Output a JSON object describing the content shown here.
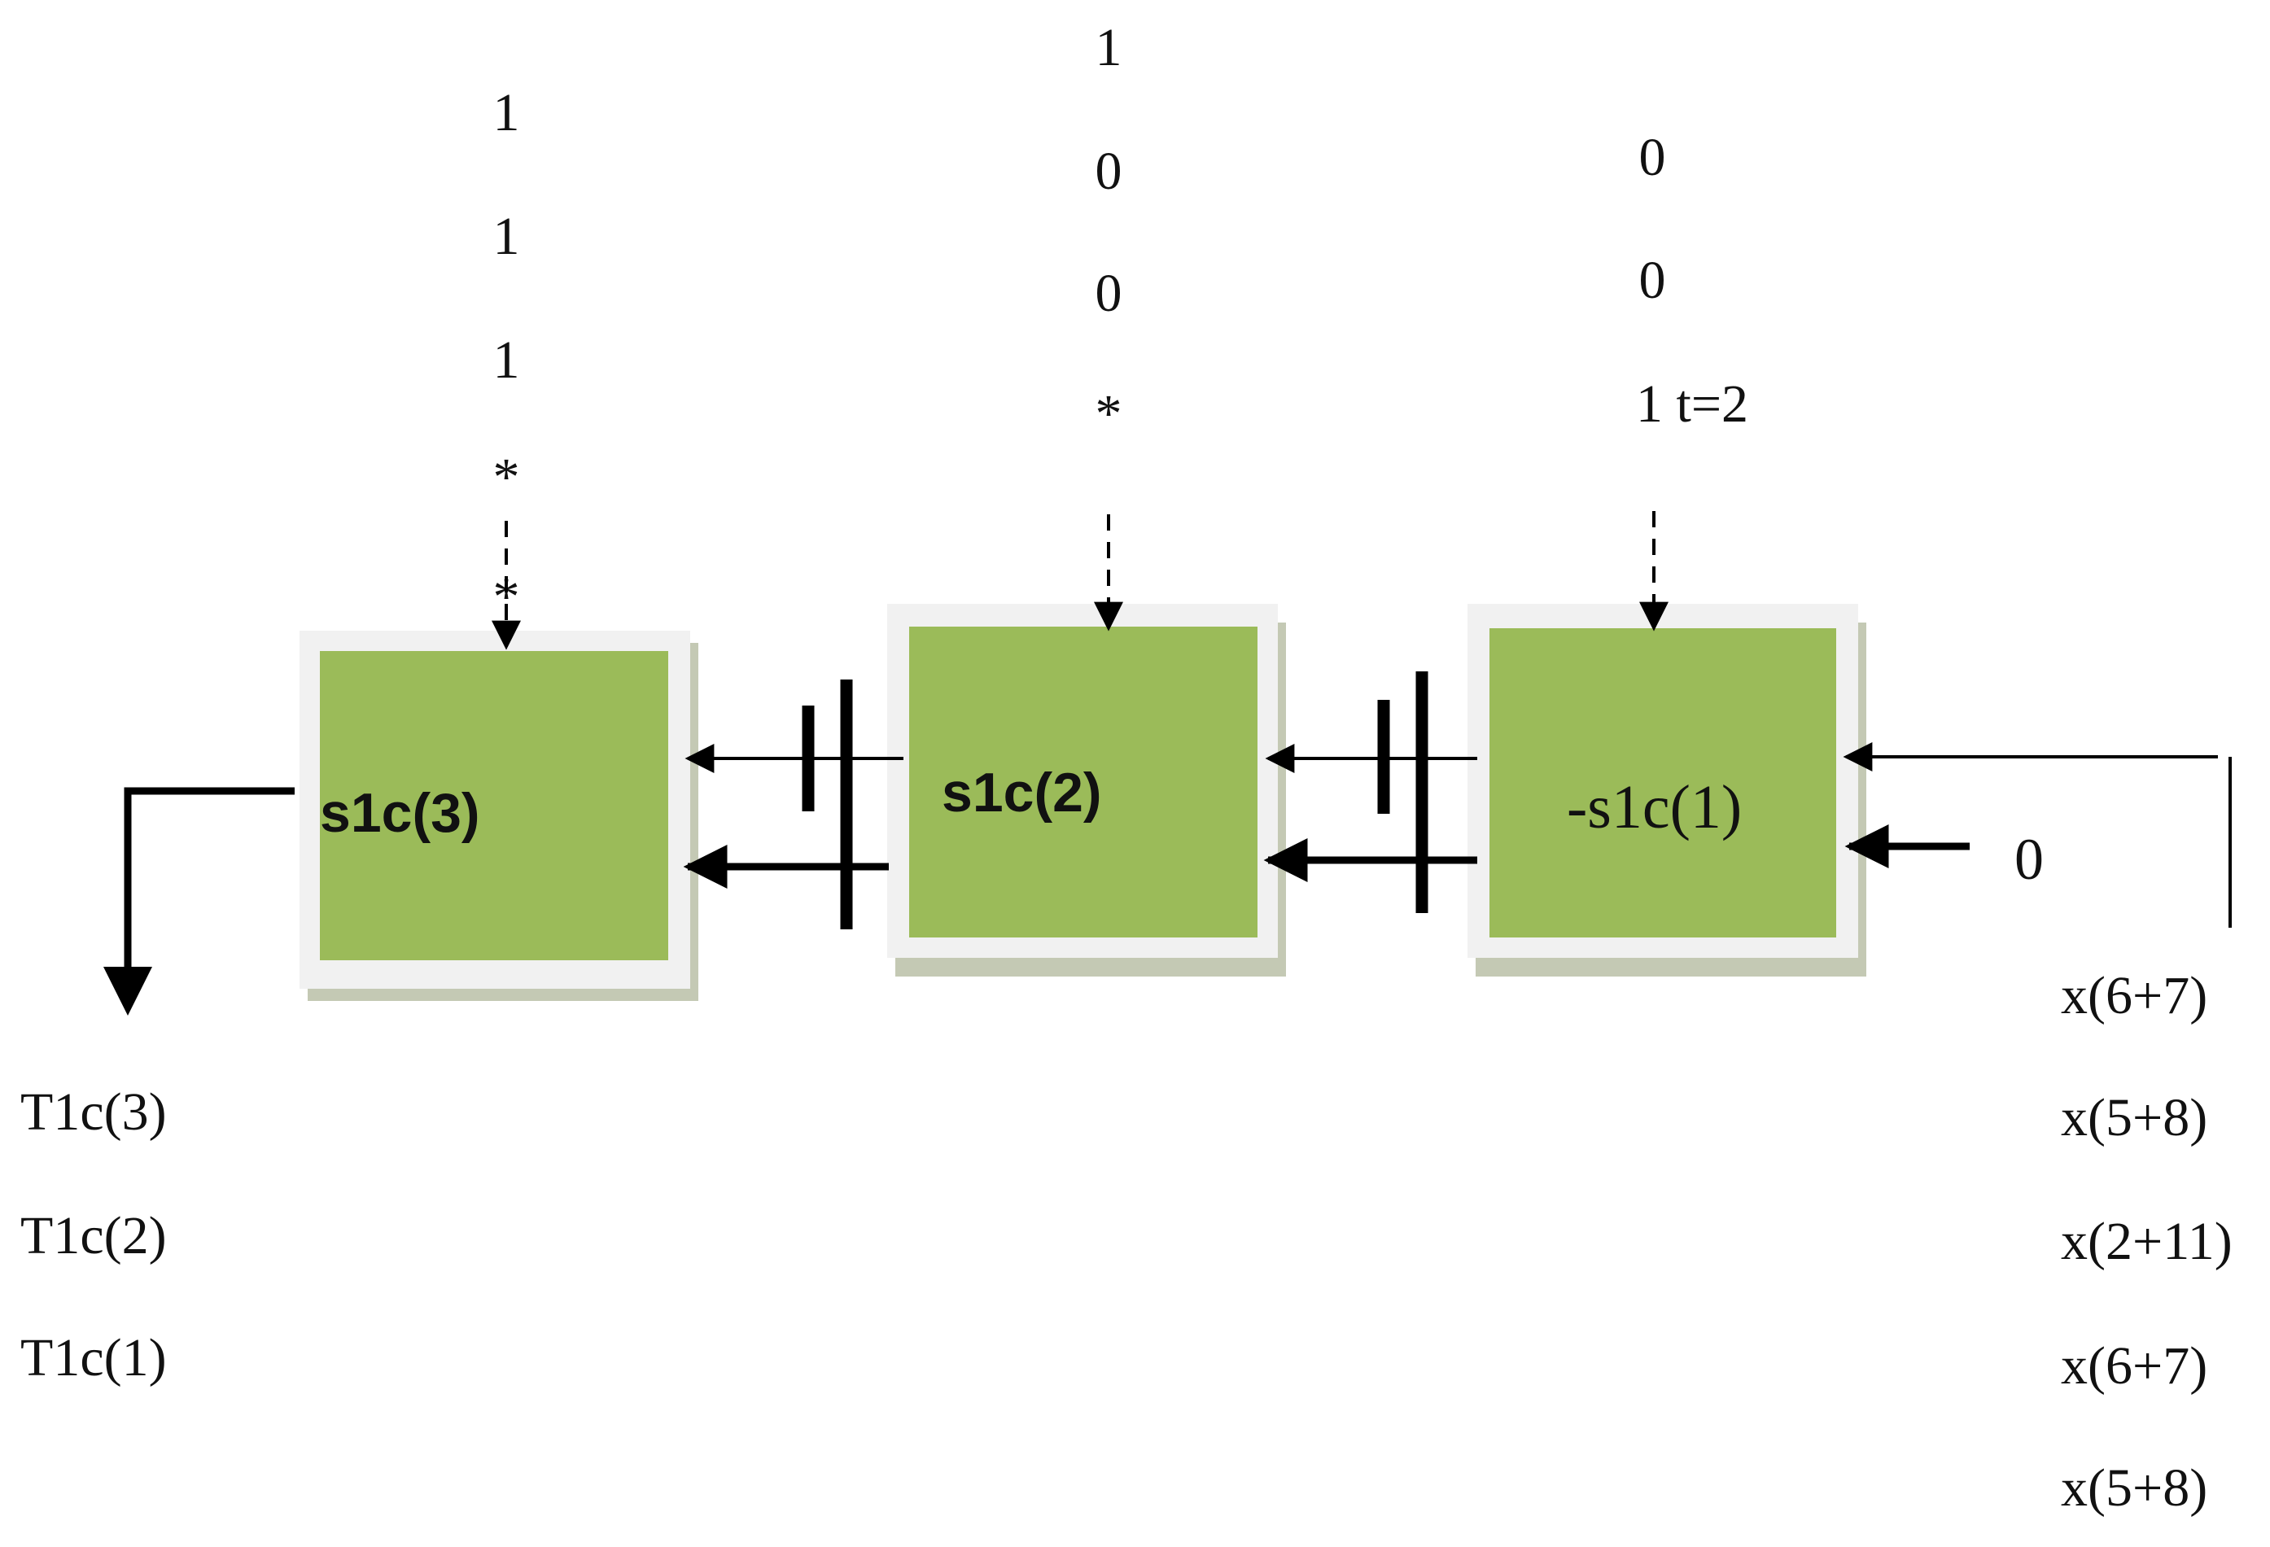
{
  "colors": {
    "box_fill": "#9bbb59",
    "box_frame": "#f1f1f1",
    "box_shadow": "#c4c9b4",
    "ink": "#000000"
  },
  "blocks": {
    "b3": {
      "label": "s1c(3)"
    },
    "b2": {
      "label": "s1c(2)"
    },
    "b1": {
      "label": "-s1c(1)"
    }
  },
  "columns": {
    "c3": [
      "1",
      "1",
      "1",
      "*",
      "*"
    ],
    "c2": [
      "1",
      "0",
      "0",
      "*"
    ],
    "c1": [
      "0",
      "0",
      "1 t=2"
    ]
  },
  "zero_input": "0",
  "outputs": [
    "T1c(3)",
    "T1c(2)",
    "T1c(1)"
  ],
  "inputs": [
    "x(6+7)",
    "x(5+8)",
    "x(2+11)",
    "x(6+7)",
    "x(5+8)"
  ]
}
